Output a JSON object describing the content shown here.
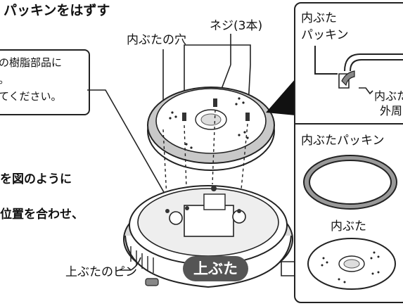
{
  "heading": "パッキンをはずす",
  "labels": {
    "inner_lid_hole": "内ぶたの穴",
    "screws": "ネジ(3本)",
    "upper_lid_pin": "上ぶたのピン",
    "upper_lid": "上ぶた"
  },
  "note_box": {
    "lines": [
      "の樹脂部品に",
      "。",
      "てください。"
    ]
  },
  "instructions": [
    "を図のように",
    "位置を合わせ、"
  ],
  "side_panel": {
    "detail": {
      "title_lines": [
        "内ぶた",
        "パッキン"
      ],
      "outer_label_lines": [
        "内ぶた",
        "外周"
      ]
    },
    "parts": {
      "packing_label": "内ぶたパッキン",
      "inner_lid_label": "内ぶた"
    }
  }
}
